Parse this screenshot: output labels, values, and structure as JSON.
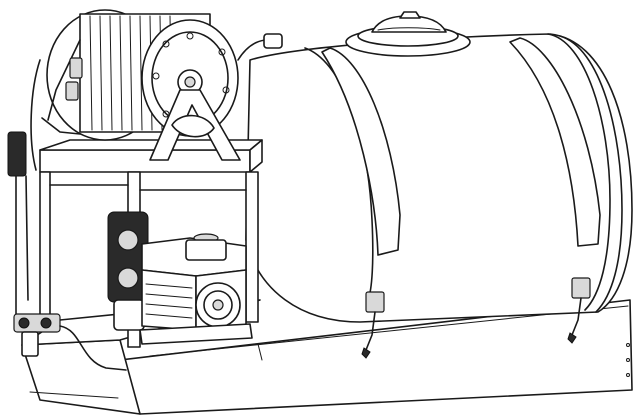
{
  "figure": {
    "subject_icons": [
      "spray-tank",
      "hose-reel",
      "gas-engine",
      "pump",
      "skid-frame"
    ]
  }
}
